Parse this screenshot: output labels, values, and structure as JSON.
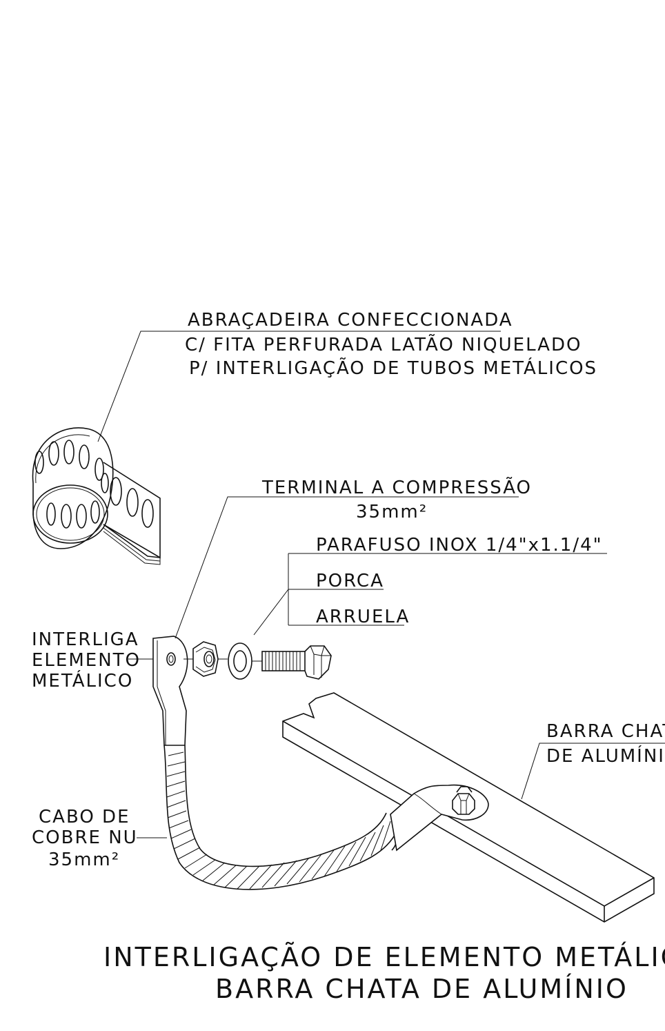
{
  "labels": {
    "clamp_line1": "ABRAÇADEIRA  CONFECCIONADA",
    "clamp_line2": "C/  FITA  PERFURADA  LATÃO  NIQUELADO",
    "clamp_line3": "P/  INTERLIGAÇÃO  DE  TUBOS  METÁLICOS",
    "terminal_line1": "TERMINAL  A  COMPRESSÃO",
    "terminal_line2": "35mm²",
    "bolt": "PARAFUSO  INOX  1/4\"x1.1/4\"",
    "nut": "PORCA",
    "washer": "ARRUELA",
    "interlink_line1": "INTERLIGA",
    "interlink_line2": "ELEMENTO",
    "interlink_line3": "METÁLICO",
    "bar_line1": "BARRA  CHATA",
    "bar_line2": "DE  ALUMÍNIO",
    "cable_line1": "CABO  DE",
    "cable_line2": "COBRE  NU",
    "cable_line3": "35mm²"
  },
  "title": {
    "line1": "INTERLIGAÇÃO  DE  ELEMENTO  METÁLICO  N",
    "line2": "BARRA  CHATA  DE  ALUMÍNIO"
  }
}
